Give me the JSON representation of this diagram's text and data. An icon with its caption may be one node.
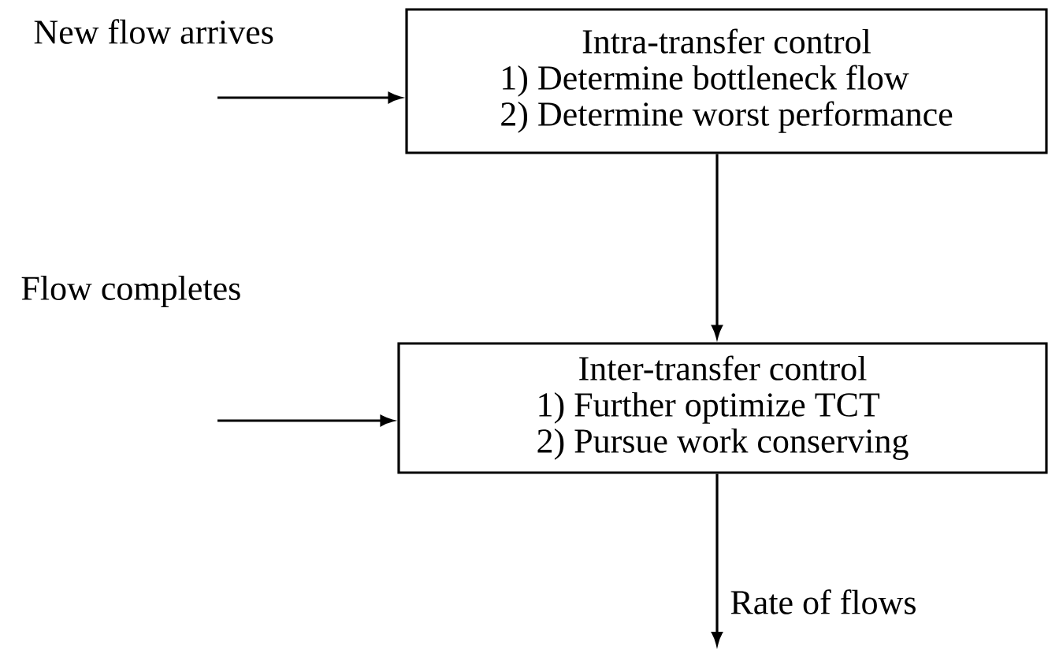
{
  "diagram": {
    "nodes": [
      {
        "text": [
          "Intra-transfer control",
          "1) Determine bottleneck flow",
          "2) Determine worst performance"
        ]
      },
      {
        "text": [
          "Inter-transfer control",
          "1) Further optimize TCT",
          "2) Pursue work conserving"
        ]
      }
    ],
    "edges": [
      {
        "from": null,
        "to": 0,
        "arrow": "to",
        "label": "New flow arrives"
      },
      {
        "from": 0,
        "to": 1,
        "arrow": "to"
      },
      {
        "from": null,
        "to": 1,
        "arrow": "to",
        "label": "Flow completes"
      },
      {
        "from": 1,
        "to": null,
        "arrow": "to",
        "label": "Rate of flows"
      }
    ]
  }
}
